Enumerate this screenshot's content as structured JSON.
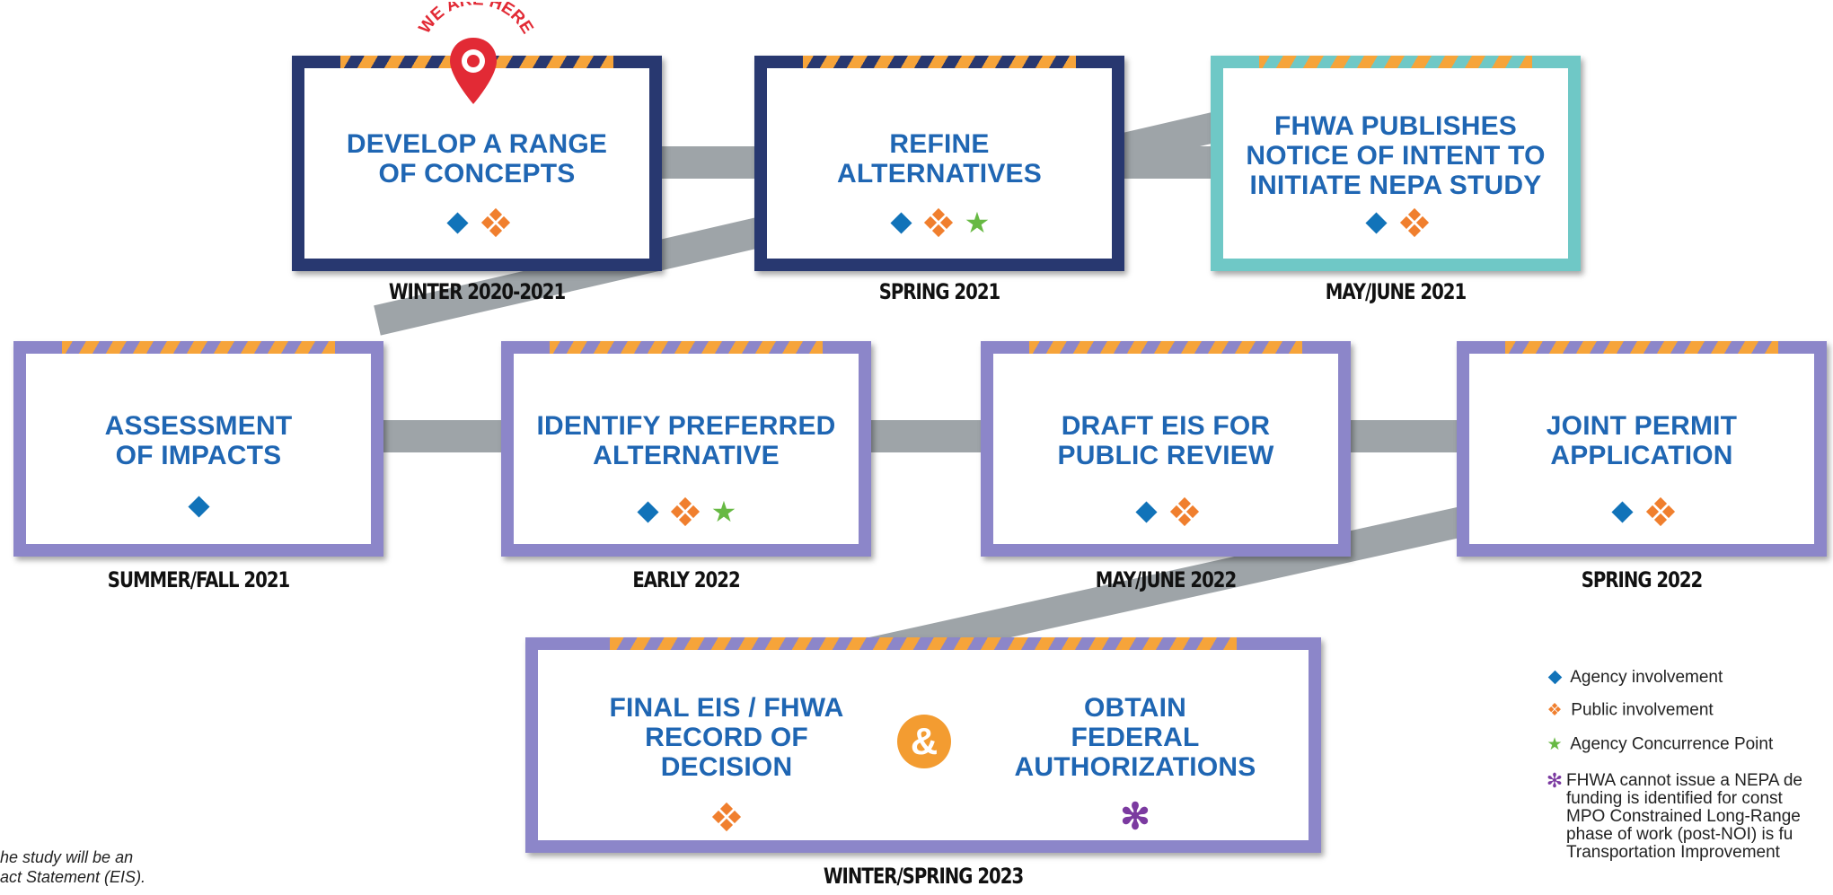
{
  "marker": {
    "text": "WE ARE HERE"
  },
  "steps": [
    {
      "title_lines": [
        "DEVELOP A RANGE",
        "OF CONCEPTS"
      ],
      "date": "WINTER 2020-2021"
    },
    {
      "title_lines": [
        "REFINE",
        "ALTERNATIVES"
      ],
      "date": "SPRING 2021"
    },
    {
      "title_lines": [
        "FHWA PUBLISHES",
        "NOTICE OF INTENT TO",
        "INITIATE NEPA STUDY"
      ],
      "date": "MAY/JUNE 2021"
    },
    {
      "title_lines": [
        "ASSESSMENT",
        "OF IMPACTS"
      ],
      "date": "SUMMER/FALL 2021"
    },
    {
      "title_lines": [
        "IDENTIFY PREFERRED",
        "ALTERNATIVE"
      ],
      "date": "EARLY 2022"
    },
    {
      "title_lines": [
        "DRAFT EIS FOR",
        "PUBLIC REVIEW"
      ],
      "date": "MAY/JUNE  2022"
    },
    {
      "title_lines": [
        "JOINT PERMIT",
        "APPLICATION"
      ],
      "date": "SPRING 2022"
    }
  ],
  "final_step": {
    "left_lines": [
      "FINAL EIS / FHWA",
      "RECORD OF",
      "DECISION"
    ],
    "amp": "&",
    "right_lines": [
      "OBTAIN",
      "FEDERAL",
      "AUTHORIZATIONS"
    ],
    "date": "WINTER/SPRING 2023"
  },
  "legend": {
    "agency": "Agency involvement",
    "public": "Public involvement",
    "concurrence": "Agency Concurrence Point",
    "note_lines": [
      "FHWA cannot issue a NEPA de",
      "funding is identified for const",
      "MPO Constrained Long-Range",
      "phase of work (post-NOI) is fu",
      "Transportation Improvement"
    ]
  },
  "footnote_lines": [
    "he study will be an",
    "act Statement (EIS)."
  ],
  "colors": {
    "navy_border": "#283870",
    "purple_border": "#8c86c9",
    "teal_border": "#6fc8c6",
    "stripe": "#f6a43a",
    "title_blue": "#1f66b3",
    "agency": "#1173b9",
    "public": "#f07f2e",
    "concurrence": "#67b943",
    "federal": "#7b3aa0",
    "connector": "#9ea4a8"
  },
  "icons": [
    "location-pin-icon",
    "diamond-icon",
    "public-cross-icon",
    "star-icon",
    "asterisk-icon"
  ]
}
